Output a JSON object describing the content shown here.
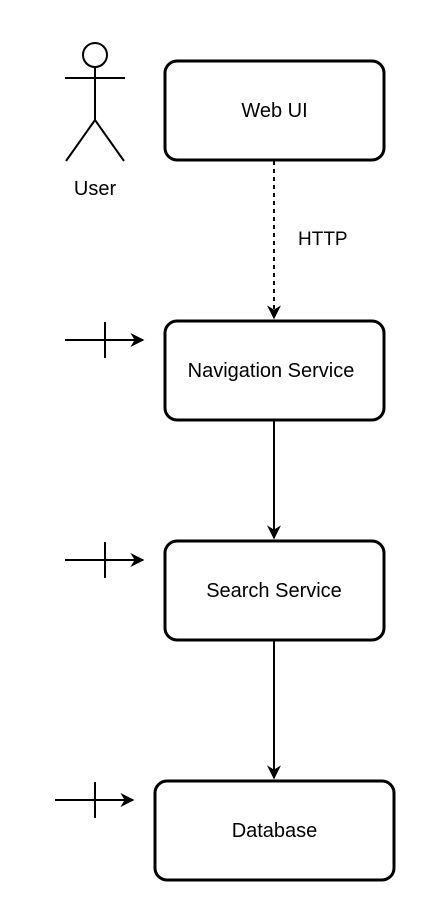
{
  "actor": {
    "label": "User",
    "icon": "stick-figure-icon"
  },
  "nodes": {
    "web_ui": {
      "label": "Web UI"
    },
    "navigation_service": {
      "label": "Navigation Service"
    },
    "search_service": {
      "label": "Search Service"
    },
    "database": {
      "label": "Database"
    }
  },
  "edges": {
    "web_to_nav": {
      "label": "HTTP",
      "style": "dashed"
    },
    "nav_to_search": {
      "label": "",
      "style": "solid"
    },
    "search_to_db": {
      "label": "",
      "style": "solid"
    }
  },
  "entry_markers": {
    "icon": "entry-arrow-with-bar-icon",
    "targets": [
      "navigation_service",
      "search_service",
      "database"
    ]
  },
  "colors": {
    "stroke": "#000000",
    "fill": "#ffffff"
  }
}
